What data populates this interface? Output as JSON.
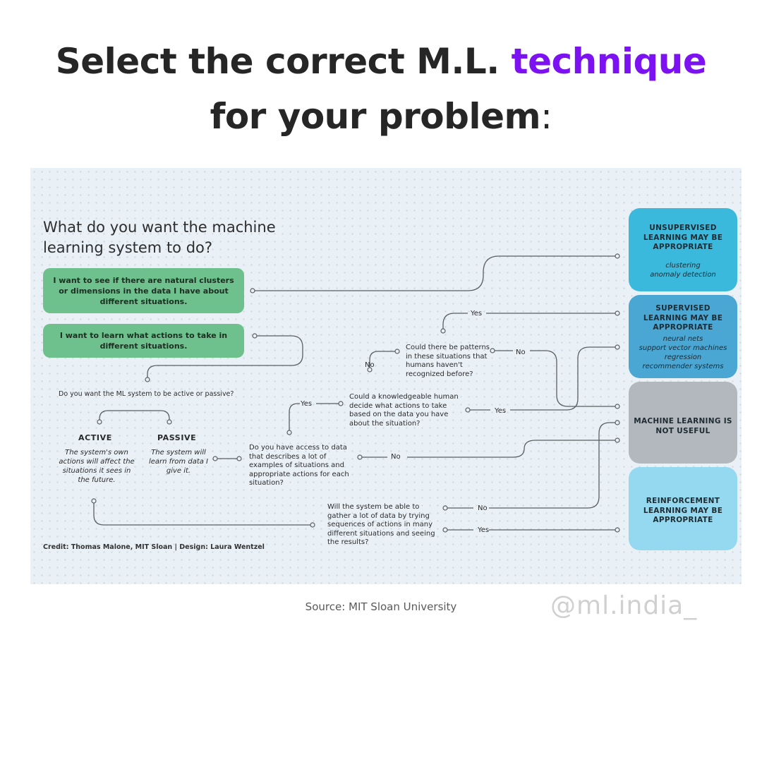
{
  "header": {
    "line1_pre": "Select the correct M.L.",
    "line1_accent": "technique",
    "line2": "for your problem",
    "line2_colon": ":",
    "accent_color": "#7c12f2"
  },
  "flowchart": {
    "heading_line1": "What do you want the machine",
    "heading_line2": "learning system to do?",
    "option_clusters": "I want to see if there are natural clusters or dimensions in the data I have about different situations.",
    "option_actions": "I want to learn what actions to take in different situations.",
    "question_active_passive": "Do you want the ML system to be active or passive?",
    "active_title": "ACTIVE",
    "active_desc": "The system's own actions will affect the situations it sees in the future.",
    "passive_title": "PASSIVE",
    "passive_desc": "The system will learn from data I give it.",
    "question_access": "Do you have access to data that describes a lot of examples of situations and appropriate actions for each situation?",
    "question_knowledgeable": "Could a knowledgeable human decide what actions to take based on the data you have about the situation?",
    "question_patterns": "Could there be patterns in these situations that humans haven't recognized before?",
    "question_gather": "Will the system be able to gather a lot of data by trying sequences of actions in many different situations and seeing the results?",
    "label_yes": "Yes",
    "label_no": "No",
    "out_unsupervised_title": "UNSUPERVISED LEARNING MAY BE APPROPRIATE",
    "out_unsupervised_sub": "clustering\nanomaly detection",
    "out_supervised_title": "SUPERVISED LEARNING MAY BE APPROPRIATE",
    "out_supervised_sub": "neural nets\nsupport vector machines\nregression\nrecommender systems",
    "out_not_useful_title": "MACHINE LEARNING IS NOT USEFUL",
    "out_reinforcement_title": "REINFORCEMENT LEARNING MAY BE APPROPRIATE",
    "credit": "Credit: Thomas Malone, MIT Sloan | Design: Laura Wentzel",
    "colors": {
      "green_box": "#6ec08c",
      "unsupervised": "#3ab9dc",
      "supervised": "#4aa6d3",
      "not_useful": "#b3b8be",
      "reinforcement": "#94d9ef",
      "panel_bg": "#e9f0f6"
    }
  },
  "footer": {
    "source": "Source: MIT Sloan University",
    "handle": "@ml.india_"
  }
}
